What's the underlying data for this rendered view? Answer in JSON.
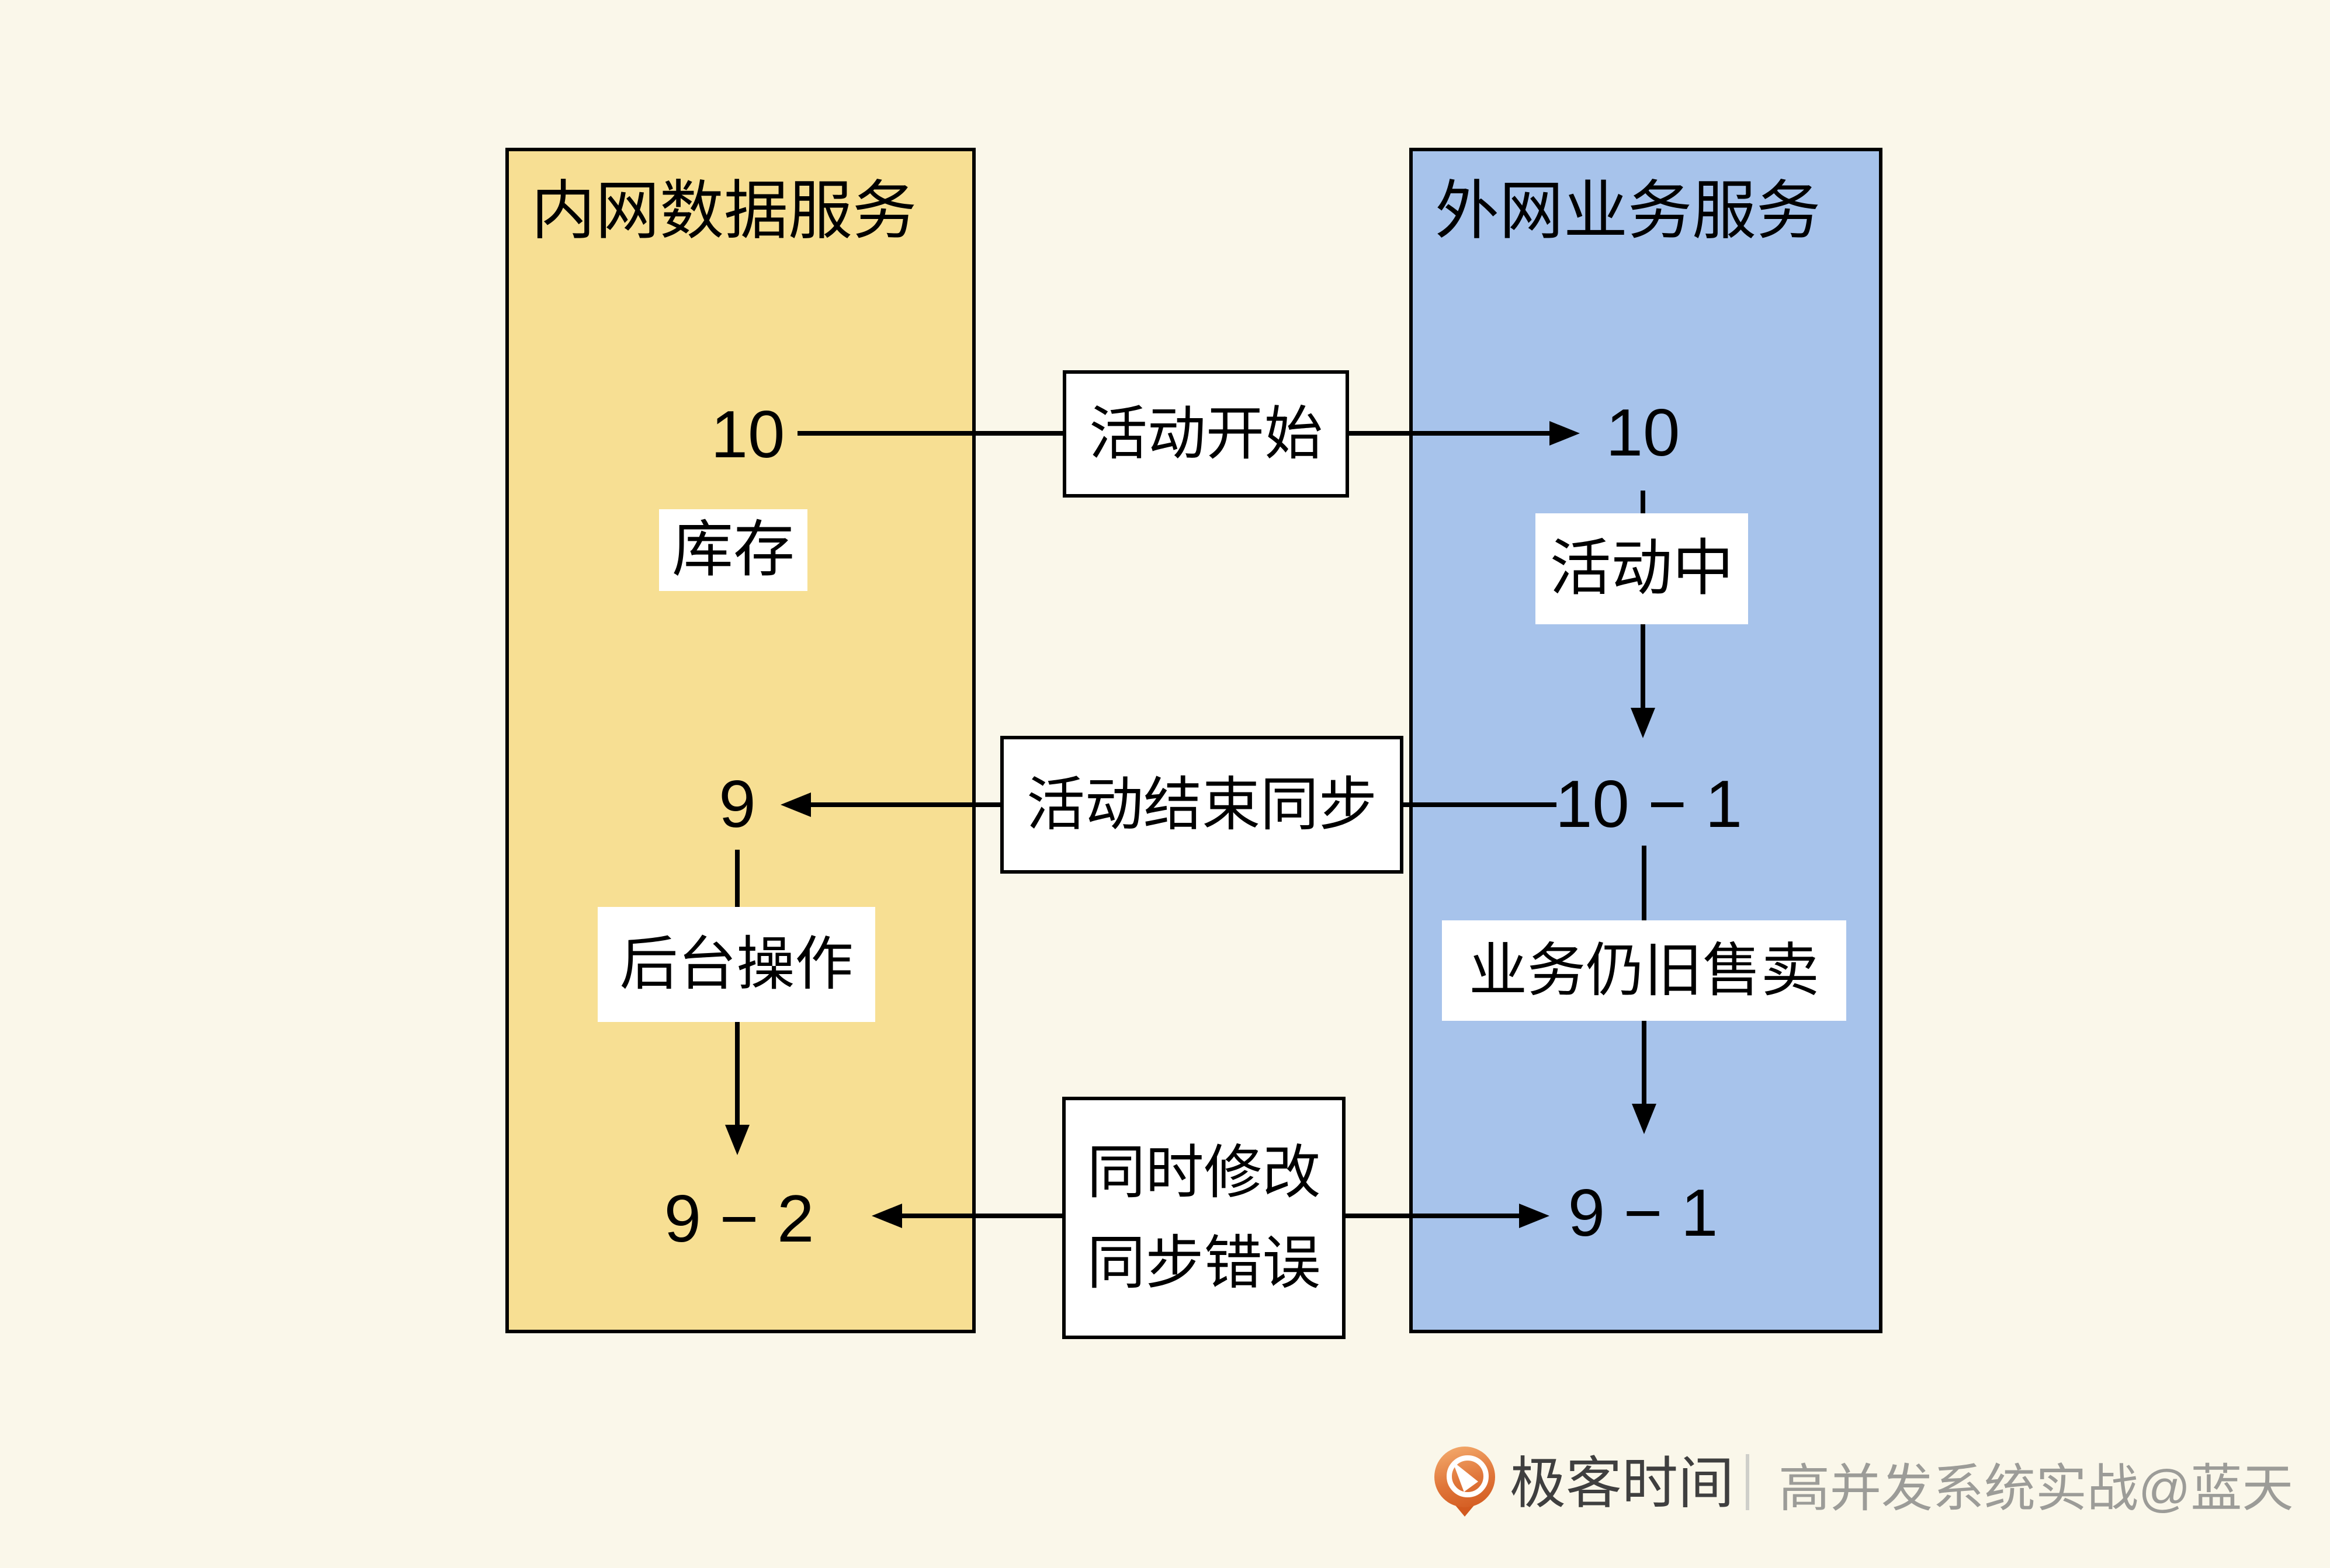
{
  "colors": {
    "background": "#FAF7EA",
    "internal_box_fill": "#F7DF93",
    "external_box_fill": "#A7C3EB",
    "label_background": "#FFFFFF",
    "line_color": "#000000",
    "logo_orange": "#E0763A",
    "brand_text": "#3F3F3F",
    "credit_text": "#9C9C98"
  },
  "diagram": {
    "internal_service": {
      "title": "内网数据服务",
      "stock_initial": "10",
      "stock_after_sync": "9",
      "stock_final": "9 − 2",
      "inventory_label": "库存",
      "backend_label": "后台操作"
    },
    "external_service": {
      "title": "外网业务服务",
      "stock_initial": "10",
      "stock_during": "10 − 1",
      "stock_final": "9 − 1",
      "in_activity_label": "活动中",
      "selling_label": "业务仍旧售卖"
    },
    "transitions": {
      "activity_start": "活动开始",
      "activity_end_sync": "活动结束同步",
      "concurrent_modify_line1": "同时修改",
      "concurrent_modify_line2": "同步错误"
    }
  },
  "footer": {
    "brand": "极客时间",
    "credit": "高并发系统实战@蓝天"
  }
}
